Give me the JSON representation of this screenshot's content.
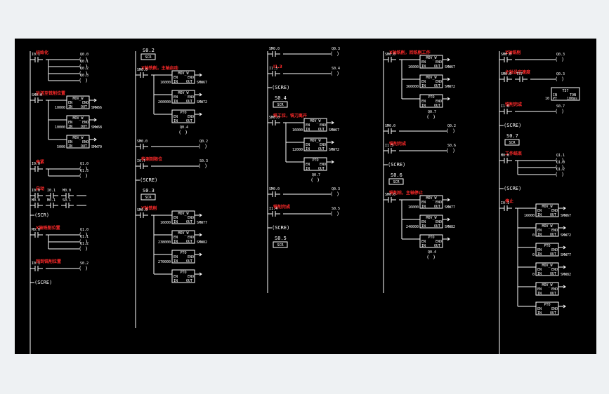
{
  "diagram": {
    "colors": {
      "background": "#000000",
      "wire": "#ffffff",
      "comment": "#ff2a2a",
      "frame": "#eef1f3"
    },
    "columns": [
      {
        "rungs": [
          {
            "comment": "初始化",
            "contacts": [
              "I0.1"
            ],
            "coils": [
              "Q0.0",
              "Q0.1",
              "Q0.2",
              "Q0.3"
            ]
          },
          {
            "comment": "运送至铣削位置",
            "contacts": [
              "SM0.0"
            ],
            "blocks": [
              "MOV_W",
              "MOV_W",
              "MOV_W"
            ],
            "outs": [
              "SMW66",
              "SMW68",
              "SMW70"
            ],
            "ins": [
              "10000",
              "10000",
              "5000"
            ]
          },
          {
            "comment": "夹紧",
            "contacts": [
              "I0.0"
            ],
            "coils": [
              "Q1.0",
              "Q1.3"
            ]
          },
          {
            "comment": "启动",
            "contacts": [
              "I0.0",
              "I0.1",
              "M0.0"
            ]
          },
          {
            "contacts": [
              "M0.0",
              "M0.1",
              "S0.1"
            ]
          },
          {
            "label": "SCR"
          },
          {
            "comment": "X轴铣削位置",
            "contacts": [
              "M0.0"
            ],
            "coils": [
              "Q1.0",
              "Q1.1",
              "Q1.2"
            ]
          },
          {
            "comment": "回到铣削位置",
            "contacts": [
              "I0.1"
            ],
            "coils": [
              "S0.2"
            ]
          },
          {
            "label": "SCRE"
          }
        ]
      },
      {
        "rungs": [
          {
            "label": "S0.2",
            "tag": "SCR"
          },
          {
            "comment": "X轴铣削，主轴启动",
            "contacts": [
              "SM0.0"
            ],
            "blocks": [
              "MOV_W",
              "MOV_W",
              "PTO"
            ],
            "outs": [
              "SMW67",
              "SMW72"
            ],
            "ins": [
              "16000",
              "260000"
            ],
            "coils": [
              "Q0.4"
            ]
          },
          {
            "contacts": [
              "SM0.0"
            ],
            "coils": [
              "Q0.2"
            ]
          },
          {
            "comment": "检测到限位",
            "contacts": [
              "I0.7"
            ],
            "coils": [
              "S0.3"
            ]
          },
          {
            "label": "SCRE"
          },
          {
            "label": "S0.3",
            "tag": "SCR"
          },
          {
            "comment": "Y轴铣削",
            "contacts": [
              "SM0.0"
            ],
            "blocks": [
              "MOV_W",
              "MOV_W",
              "PTO",
              "PTO"
            ],
            "outs": [
              "SMW77",
              "SMW82"
            ],
            "ins": [
              "16000",
              "238000",
              "270000"
            ]
          }
        ]
      },
      {
        "rungs": [
          {
            "contacts": [
              "SM0.0"
            ],
            "coils": [
              "Q0.3"
            ]
          },
          {
            "comment": "I1.3",
            "contacts": [
              "I1.3"
            ],
            "coils": [
              "S0.4"
            ]
          },
          {
            "label": "SCRE"
          },
          {
            "label": "S0.4",
            "tag": "SCR"
          },
          {
            "comment": "铣工位，铣刀离开",
            "contacts": [
              "SM0.0"
            ],
            "blocks": [
              "MOV_W",
              "MOV_W",
              "PTO"
            ],
            "outs": [
              "SMW67",
              "SMW72"
            ],
            "ins": [
              "16000",
              "12000"
            ],
            "coils": [
              "Q0.7"
            ]
          },
          {
            "contacts": [
              "SM0.0"
            ],
            "coils": [
              "Q0.3"
            ]
          },
          {
            "comment": "铣削完成",
            "contacts": [
              "I1.4"
            ],
            "coils": [
              "S0.5"
            ]
          },
          {
            "label": "SCRE"
          },
          {
            "label": "S0.5",
            "tag": "SCR"
          }
        ]
      },
      {
        "rungs": [
          {
            "comment": "X轴铣削，回铣削工作",
            "contacts": [
              "SM0.0"
            ],
            "blocks": [
              "MOV_W",
              "MOV_W",
              "PTO"
            ],
            "outs": [
              "SMW67",
              "SMW72"
            ],
            "ins": [
              "16000",
              "360000"
            ],
            "coils": [
              "Q0.7"
            ]
          },
          {
            "contacts": [
              "SM0.0"
            ],
            "coils": [
              "Q0.2"
            ]
          },
          {
            "comment": "铣削完成",
            "contacts": [
              "I1.5"
            ],
            "coils": [
              "S0.6"
            ]
          },
          {
            "label": "SCRE"
          },
          {
            "label": "S0.6",
            "tag": "SCR"
          },
          {
            "comment": "铣削后，主轴停止",
            "contacts": [
              "SM0.0"
            ],
            "blocks": [
              "MOV_W",
              "MOV_W",
              "PTO"
            ],
            "outs": [
              "SMW77",
              "SMW82"
            ],
            "ins": [
              "16000",
              "240000"
            ],
            "coils": [
              "Q0.4"
            ]
          }
        ]
      },
      {
        "rungs": [
          {
            "comment": "Z轴铣削",
            "contacts": [
              "SM0.0"
            ],
            "coils": [
              "Q0.3"
            ]
          },
          {
            "comment": "主轴设定速度",
            "contacts": [
              "SM0.0",
              "T37"
            ],
            "coils": [
              "Q0.3"
            ],
            "timer": [
              "T37",
              "IN",
              "TON",
              "PT",
              "100ms",
              "10"
            ]
          },
          {
            "comment": "铣削完成",
            "contacts": [
              "I1.6"
            ],
            "coils": [
              "S0.7"
            ]
          },
          {
            "label": "SCRE"
          },
          {
            "label": "S0.7",
            "tag": "SCR"
          },
          {
            "comment": "工作结束",
            "contacts": [
              "M0.0"
            ],
            "coils": [
              "Q1.1",
              "Q1.0",
              "Q1.2"
            ]
          },
          {
            "label": "SCRE"
          },
          {
            "comment": "停止",
            "contacts": [
              "I0.1"
            ],
            "blocks": [
              "MOV_W",
              "MOV_W",
              "PTO",
              "MOV_W",
              "MOV_W",
              "PTO"
            ],
            "outs": [
              "SMW67",
              "SMW72",
              "SMW77",
              "SMW82"
            ],
            "ins": [
              "16000",
              "0",
              "0",
              "0"
            ]
          }
        ]
      }
    ]
  }
}
